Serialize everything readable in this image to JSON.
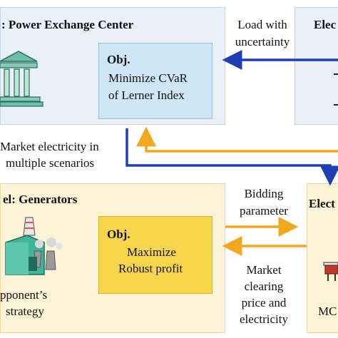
{
  "upper_panel": {
    "title": ": Power Exchange Center",
    "obj_label": "Obj.",
    "obj_line1": "Minimize CVaR",
    "obj_line2": "of Lerner Index"
  },
  "right_top_panel": {
    "title": "Elec"
  },
  "lower_panel": {
    "title": "el: Generators",
    "obj_label": "Obj.",
    "obj_line1": "Maximize",
    "obj_line2": "Robust profit",
    "caption_line1": "pponent’s",
    "caption_line2": "strategy"
  },
  "right_bottom_panel": {
    "title": "Elect",
    "caption": "MC"
  },
  "flows": {
    "load_line1": "Load with",
    "load_line2": "uncertainty",
    "market_line1": "Market electricity in",
    "market_line2": "multiple scenarios",
    "bidding_line1": "Bidding",
    "bidding_line2": "parameter",
    "clearing_line1": "Market",
    "clearing_line2": "clearing",
    "clearing_line3": "price and",
    "clearing_line4": "electricity"
  },
  "colors": {
    "blue_arrow": "#1f3fb4",
    "orange_arrow": "#f2a81d",
    "upper_panel": "#e9f0f8",
    "upper_obj": "#cfe6f6",
    "lower_panel": "#fdf3d6",
    "lower_obj": "#f8d64c"
  },
  "icons": [
    "bank-building-icon",
    "power-plant-icon",
    "substation-icon"
  ]
}
